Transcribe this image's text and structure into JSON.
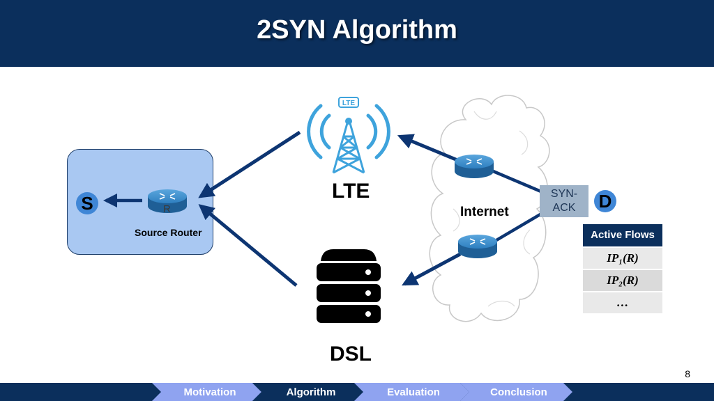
{
  "title": "2SYN Algorithm",
  "source": {
    "s_label": "S",
    "router_label": "R",
    "caption": "Source Router"
  },
  "lte": {
    "tower_label": "LTE",
    "caption": "LTE"
  },
  "dsl": {
    "caption": "DSL"
  },
  "internet": {
    "caption": "Internet"
  },
  "destination": {
    "label": "D",
    "synack_line1": "SYN-",
    "synack_line2": "ACK"
  },
  "active_flows": {
    "header": "Active Flows",
    "rows": [
      "IP₁(R)",
      "IP₂(R)",
      "…"
    ]
  },
  "page_number": "8",
  "nav": {
    "tabs": [
      "Motivation",
      "Algorithm",
      "Evaluation",
      "Conclusion"
    ],
    "active_index": 1
  },
  "colors": {
    "navy": "#0b2f5c",
    "arrow": "#0d3572",
    "node_blue": "#3f86d6",
    "source_box": "#a9c8f2",
    "router": "#2e7fc0",
    "lte_waves": "#3ea3dc"
  }
}
